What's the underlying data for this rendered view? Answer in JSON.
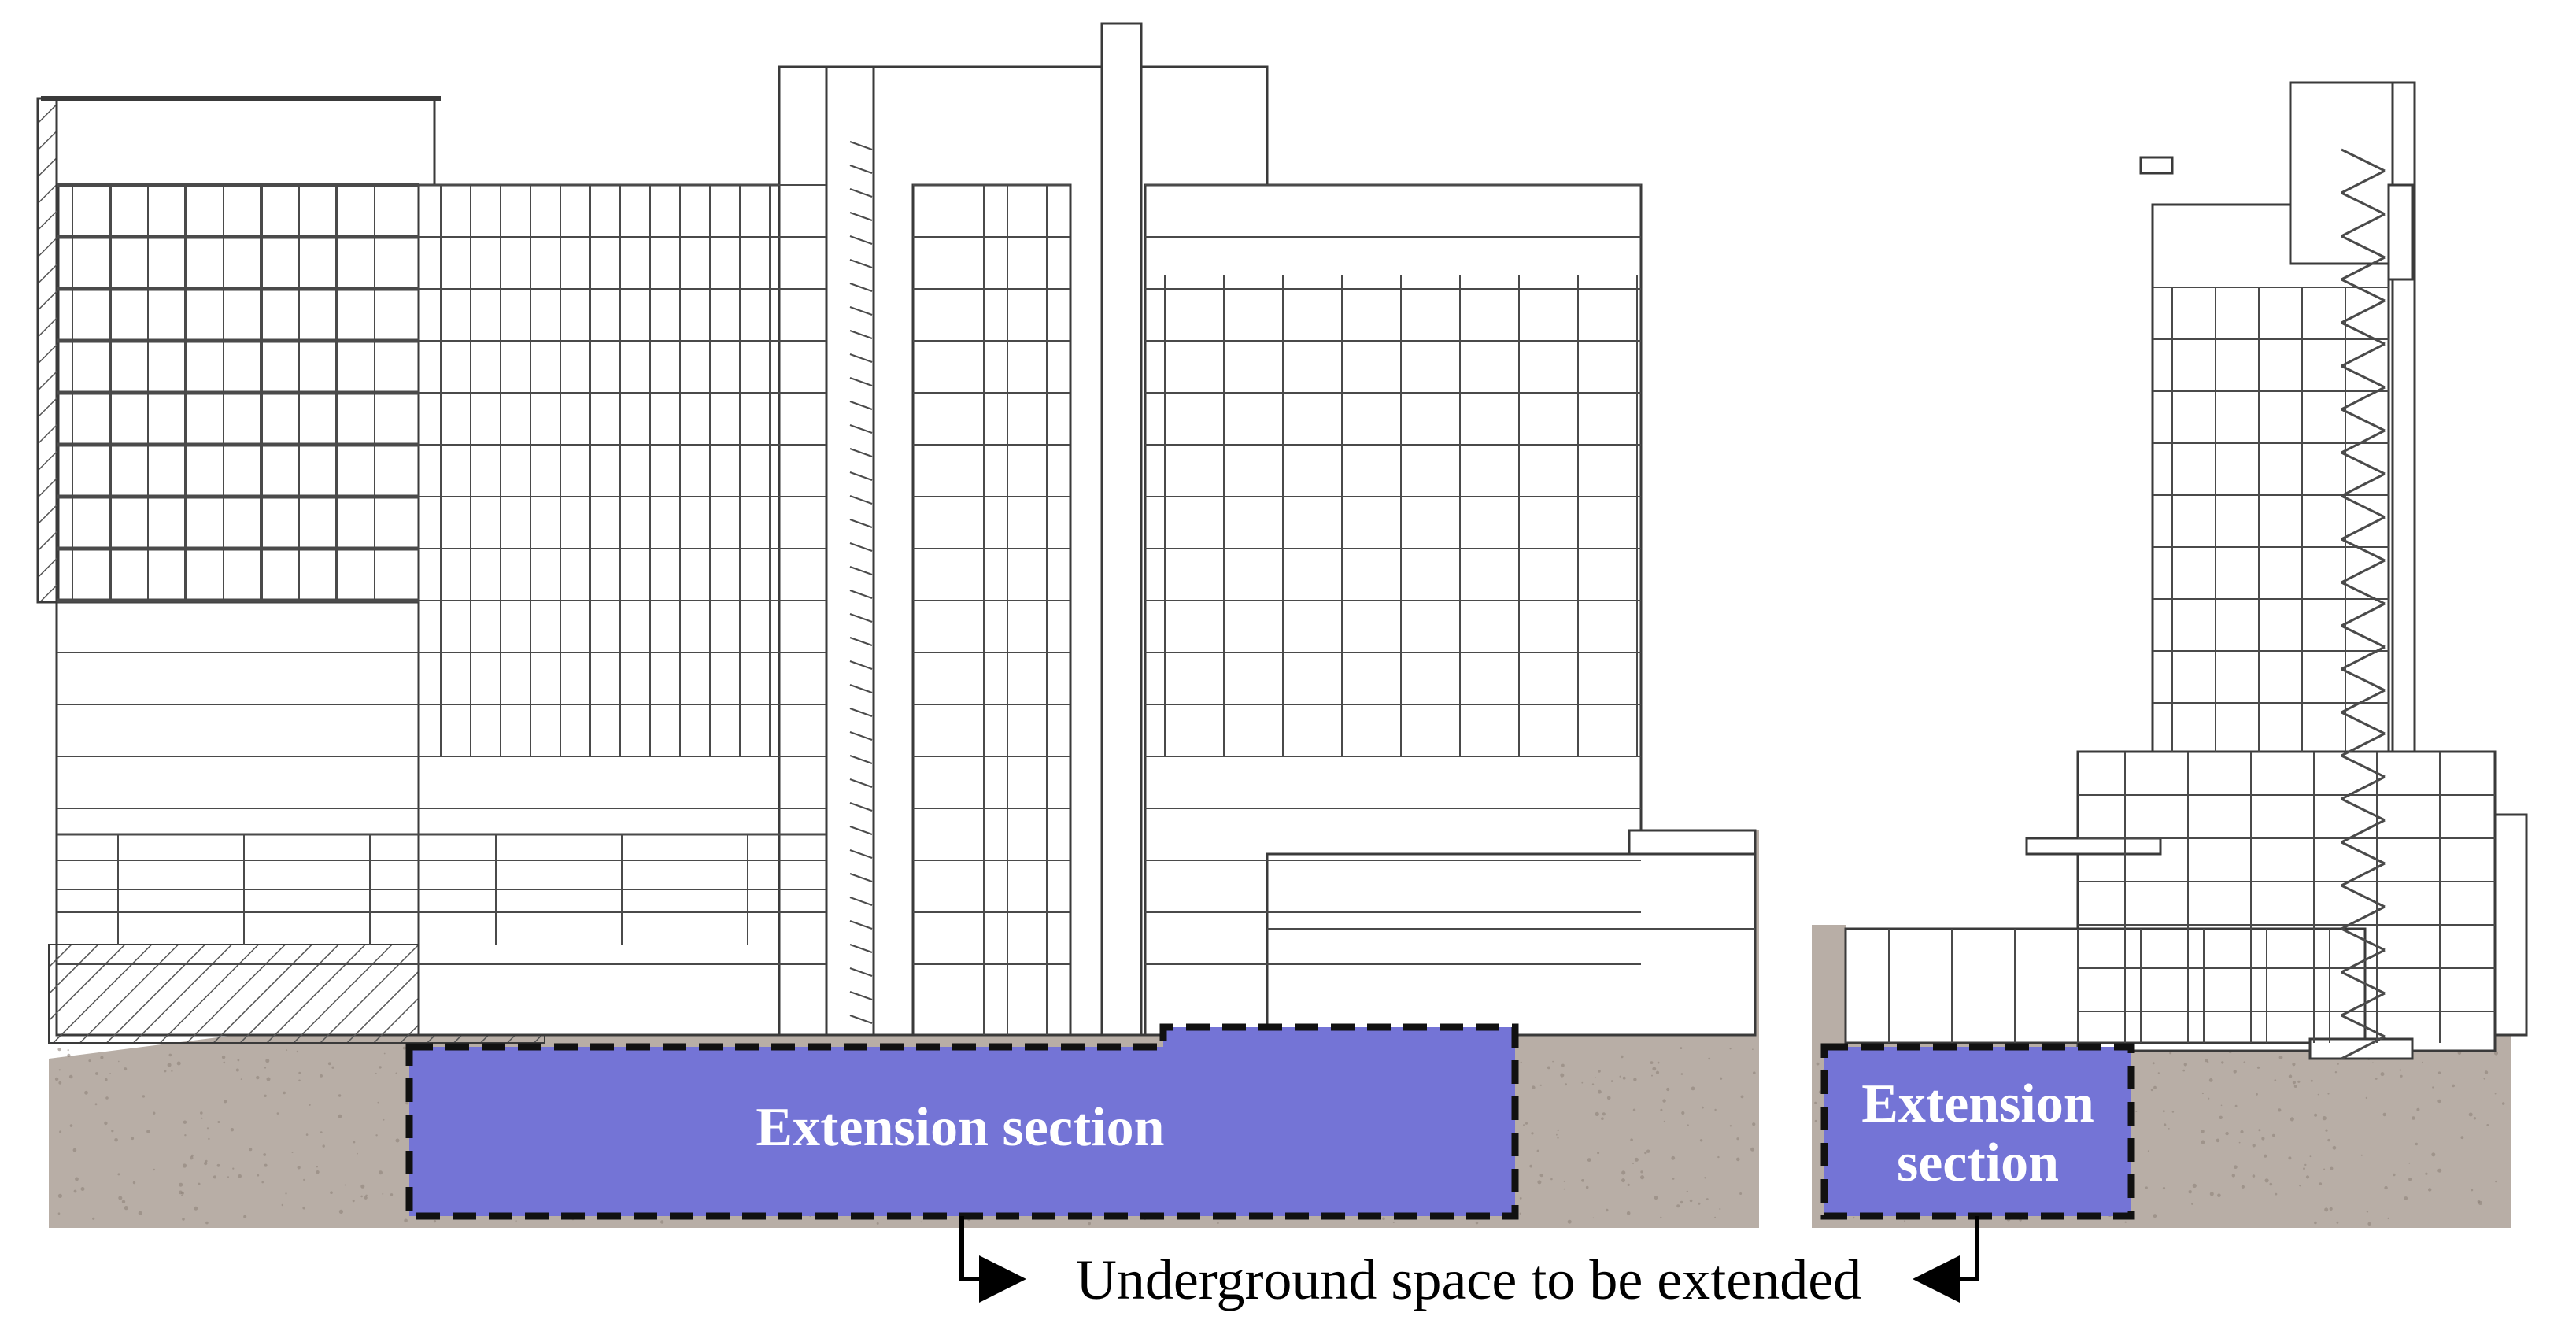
{
  "diagram": {
    "left_label": "Extension section",
    "right_label_line1": "Extension",
    "right_label_line2": "section",
    "caption": "Underground space to be extended"
  },
  "colors": {
    "extension_fill": "#7474d6",
    "extension_border": "#111111",
    "ground": "#b8aea6",
    "ground_speck": "#8d8279",
    "structure_line": "#3a3a3a",
    "hatch": "#555555"
  }
}
